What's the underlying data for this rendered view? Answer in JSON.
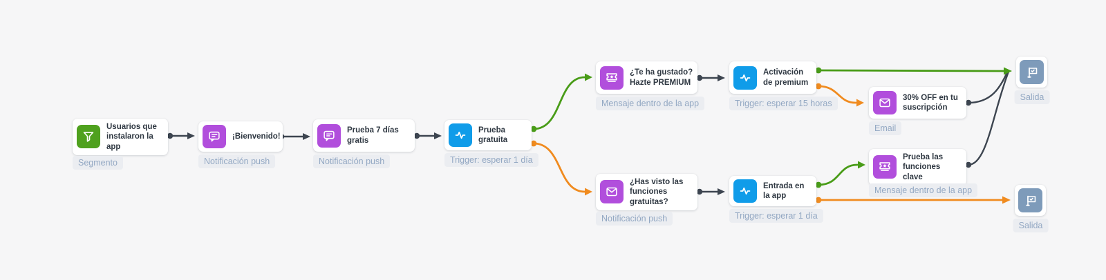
{
  "app": {
    "description": "Marketing automation flow canvas"
  },
  "colors": {
    "canvas_bg": "#f6f6f7",
    "node_bg": "#ffffff",
    "segment_green": "#4fa11e",
    "message_purple": "#b14edc",
    "trigger_blue": "#109ce9",
    "exit_slate": "#7e9bba",
    "edge_dark": "#3d4550",
    "edge_green": "#499c18",
    "edge_orange": "#f08b1f",
    "title_text": "#2f3842",
    "tag_text": "#93a8c3",
    "tag_bg": "#ebedf1"
  },
  "nodes": [
    {
      "id": "segment",
      "title": "Usuarios que instalaron la app",
      "tag": "Segmento",
      "icon": "filter-icon"
    },
    {
      "id": "welcome-push",
      "title": "¡Bienvenido!",
      "tag": "Notificación push",
      "icon": "push-message-icon"
    },
    {
      "id": "trial-push",
      "title": "Prueba 7 días gratis",
      "tag": "Notificación push",
      "icon": "push-message-icon"
    },
    {
      "id": "free-trial",
      "title": "Prueba gratuita",
      "tag": "Trigger: esperar 1 día",
      "icon": "trigger-pulse-icon"
    },
    {
      "id": "premium-offer",
      "title": "¿Te ha gustado? Hazte PREMIUM",
      "tag": "Mensaje dentro de la app",
      "icon": "inapp-ticket-icon"
    },
    {
      "id": "premium-activation",
      "title": "Activación de premium",
      "tag": "Trigger: esperar 15 horas",
      "icon": "trigger-pulse-icon"
    },
    {
      "id": "discount-email",
      "title": "30% OFF en tu suscripción",
      "tag": "Email",
      "icon": "email-icon"
    },
    {
      "id": "exit-top",
      "title": "",
      "tag": "Salida",
      "icon": "exit-flag-icon"
    },
    {
      "id": "features-push",
      "title": "¿Has visto las funciones gratuitas?",
      "tag": "Notificación push",
      "icon": "email-icon"
    },
    {
      "id": "app-entry",
      "title": "Entrada en la app",
      "tag": "Trigger: esperar 1 día",
      "icon": "trigger-pulse-icon"
    },
    {
      "id": "key-features",
      "title": "Prueba las funciones clave",
      "tag": "Mensaje dentro de la app",
      "icon": "inapp-ticket-icon"
    },
    {
      "id": "exit-bottom",
      "title": "",
      "tag": "Salida",
      "icon": "exit-flag-icon"
    }
  ],
  "connections": [
    {
      "from": "segment",
      "to": "welcome-push",
      "color": "dark"
    },
    {
      "from": "welcome-push",
      "to": "trial-push",
      "color": "dark"
    },
    {
      "from": "trial-push",
      "to": "free-trial",
      "color": "dark"
    },
    {
      "from": "free-trial",
      "to": "premium-offer",
      "color": "green"
    },
    {
      "from": "free-trial",
      "to": "features-push",
      "color": "orange"
    },
    {
      "from": "premium-offer",
      "to": "premium-activation",
      "color": "dark"
    },
    {
      "from": "premium-activation",
      "to": "exit-top",
      "color": "green"
    },
    {
      "from": "premium-activation",
      "to": "discount-email",
      "color": "orange"
    },
    {
      "from": "discount-email",
      "to": "exit-top",
      "color": "dark"
    },
    {
      "from": "features-push",
      "to": "app-entry",
      "color": "dark"
    },
    {
      "from": "app-entry",
      "to": "key-features",
      "color": "green"
    },
    {
      "from": "app-entry",
      "to": "exit-bottom",
      "color": "orange"
    },
    {
      "from": "key-features",
      "to": "exit-top",
      "color": "dark"
    }
  ]
}
